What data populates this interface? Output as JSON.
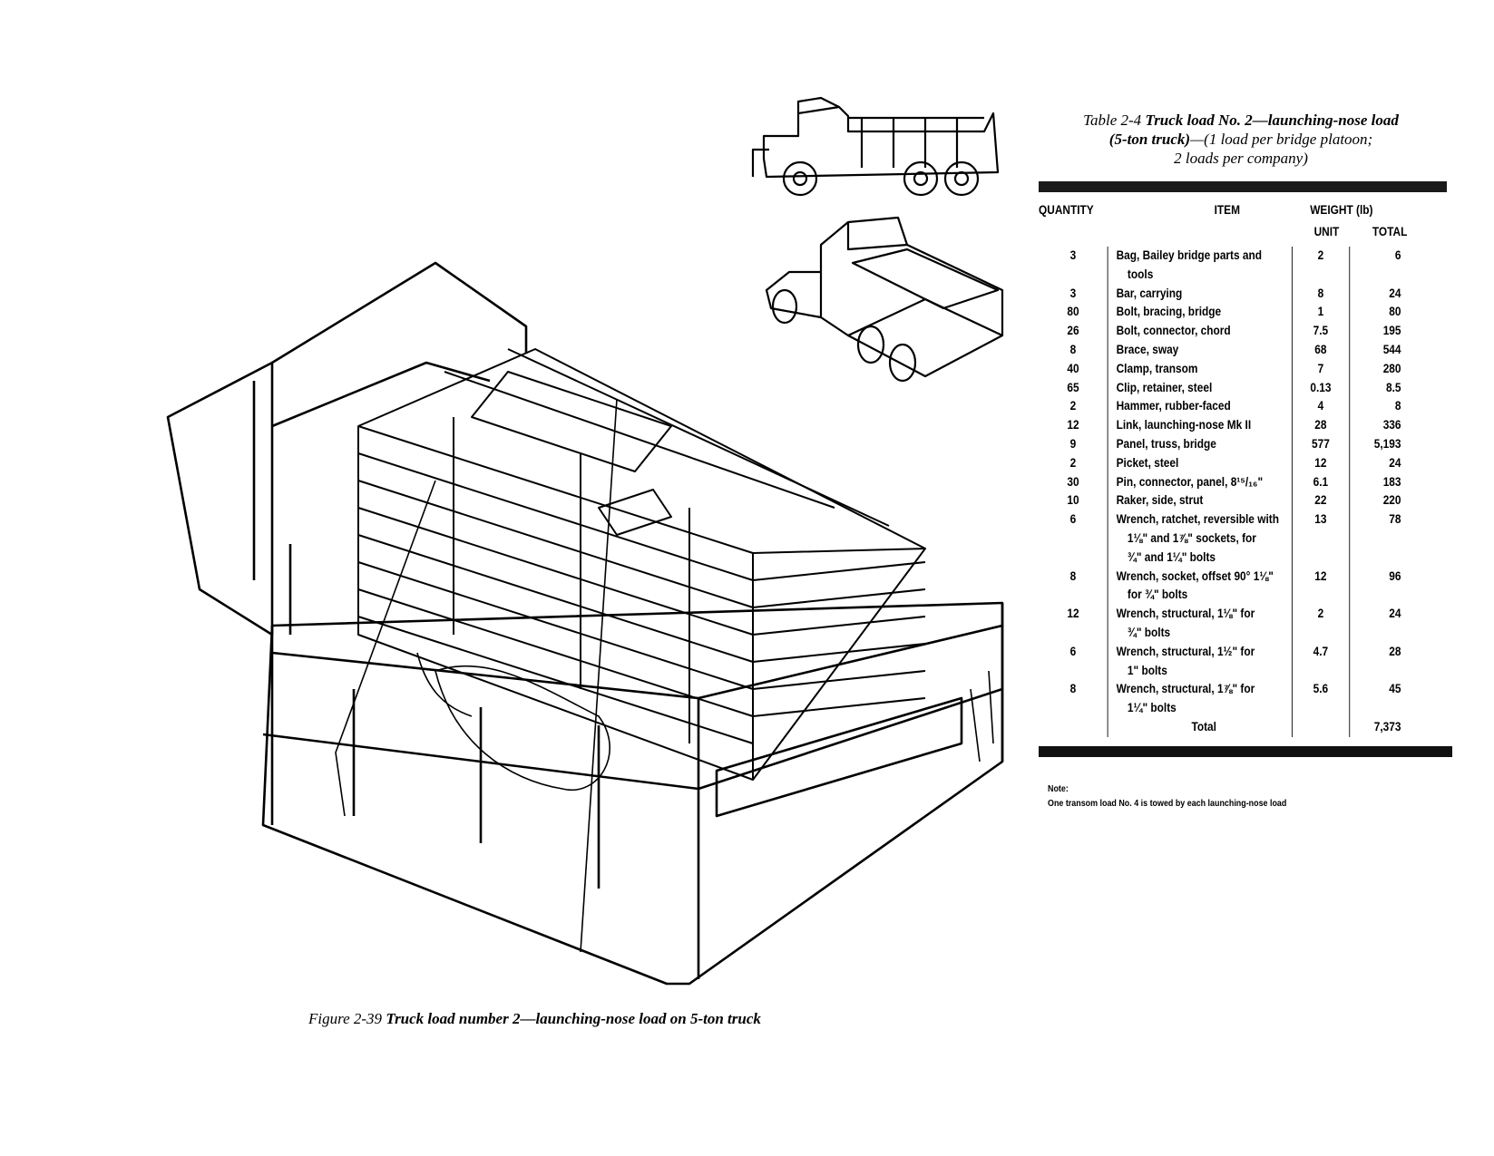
{
  "figure": {
    "number": "Figure 2-39",
    "title": "Truck load number 2—launching-nose load on 5-ton truck"
  },
  "table": {
    "number": "Table 2-4",
    "title_bold": "Truck load No. 2—launching-nose load",
    "subtitle_bold": "(5-ton truck)",
    "subtitle_rest": "—(1 load per bridge platoon;",
    "subtitle_line3": "2 loads per company)",
    "headers": {
      "quantity": "QUANTITY",
      "item": "ITEM",
      "weight": "WEIGHT (lb)",
      "unit": "UNIT",
      "total": "TOTAL"
    },
    "rows": [
      {
        "q": "3",
        "item": [
          "Bag, Bailey bridge parts and",
          "tools"
        ],
        "unit": "2",
        "total": "6"
      },
      {
        "q": "3",
        "item": [
          "Bar, carrying"
        ],
        "unit": "8",
        "total": "24"
      },
      {
        "q": "80",
        "item": [
          "Bolt, bracing, bridge"
        ],
        "unit": "1",
        "total": "80"
      },
      {
        "q": "26",
        "item": [
          "Bolt, connector, chord"
        ],
        "unit": "7.5",
        "total": "195"
      },
      {
        "q": "8",
        "item": [
          "Brace, sway"
        ],
        "unit": "68",
        "total": "544"
      },
      {
        "q": "40",
        "item": [
          "Clamp, transom"
        ],
        "unit": "7",
        "total": "280"
      },
      {
        "q": "65",
        "item": [
          "Clip, retainer, steel"
        ],
        "unit": "0.13",
        "total": "8.5"
      },
      {
        "q": "2",
        "item": [
          "Hammer, rubber-faced"
        ],
        "unit": "4",
        "total": "8"
      },
      {
        "q": "12",
        "item": [
          "Link, launching-nose Mk II"
        ],
        "unit": "28",
        "total": "336"
      },
      {
        "q": "9",
        "item": [
          "Panel, truss, bridge"
        ],
        "unit": "577",
        "total": "5,193"
      },
      {
        "q": "2",
        "item": [
          "Picket, steel"
        ],
        "unit": "12",
        "total": "24"
      },
      {
        "q": "30",
        "item": [
          "Pin, connector, panel, 8¹⁵/₁₆\""
        ],
        "unit": "6.1",
        "total": "183"
      },
      {
        "q": "10",
        "item": [
          "Raker, side, strut"
        ],
        "unit": "22",
        "total": "220"
      },
      {
        "q": "6",
        "item": [
          "Wrench, ratchet, reversible with",
          "1⅛\" and 1⅞\" sockets, for",
          "¾\" and 1¼\" bolts"
        ],
        "unit": "13",
        "total": "78"
      },
      {
        "q": "8",
        "item": [
          "Wrench, socket, offset 90° 1⅛\"",
          "for ¾\" bolts"
        ],
        "unit": "12",
        "total": "96"
      },
      {
        "q": "12",
        "item": [
          "Wrench, structural, 1⅛\" for",
          "¾\" bolts"
        ],
        "unit": "2",
        "total": "24"
      },
      {
        "q": "6",
        "item": [
          "Wrench, structural, 1½\" for",
          "1\" bolts"
        ],
        "unit": "4.7",
        "total": "28"
      },
      {
        "q": "8",
        "item": [
          "Wrench, structural, 1⅞\" for",
          "1¼\" bolts"
        ],
        "unit": "5.6",
        "total": "45"
      }
    ],
    "total_label": "Total",
    "total_value": "7,373",
    "note_label": "Note:",
    "note_text": "One transom load No. 4 is towed by each launching-nose load"
  }
}
